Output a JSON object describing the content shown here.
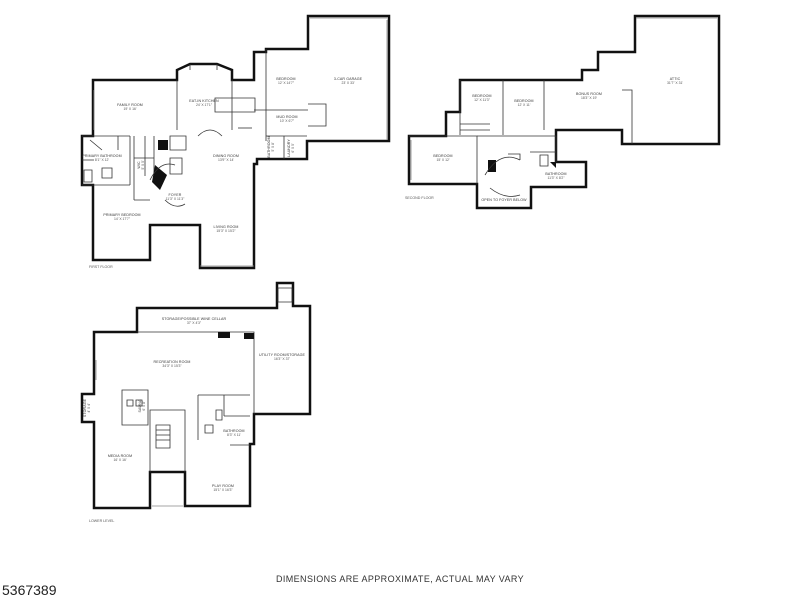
{
  "floors": {
    "first": {
      "label": "FIRST FLOOR",
      "rooms": {
        "family_room": {
          "name": "FAMILY ROOM",
          "dims": "19' X 16'"
        },
        "eatin_kitchen": {
          "name": "EAT-IN KITCHEN",
          "dims": "24' X 17'1\""
        },
        "bedroom": {
          "name": "BEDROOM",
          "dims": "12' X 14'7\""
        },
        "garage": {
          "name": "3-CAR GARAGE",
          "dims": "23' X 33'"
        },
        "mud_room": {
          "name": "MUD ROOM",
          "dims": "10' X 6'7\""
        },
        "primary_bathroom": {
          "name": "PRIMARY BATHROOM",
          "dims": "8'1\" X 12'"
        },
        "wic": {
          "name": "WIC",
          "dims": "5' X 5'"
        },
        "dining_room": {
          "name": "DINING ROOM",
          "dims": "13'9\" X 14'"
        },
        "bathroom": {
          "name": "BATHROOM",
          "dims": "5' X 8'"
        },
        "laundry": {
          "name": "LAUNDRY",
          "dims": "6' X 5'"
        },
        "foyer": {
          "name": "FOYER",
          "dims": "11'3\" X 11'3\""
        },
        "primary_bedroom": {
          "name": "PRIMARY BEDROOM",
          "dims": "14' X 17'7\""
        },
        "living_room": {
          "name": "LIVING ROOM",
          "dims": "15'3\" X 15'2\""
        }
      }
    },
    "second": {
      "label": "SECOND FLOOR",
      "rooms": {
        "bedroom_1": {
          "name": "BEDROOM",
          "dims": "12' X 11'3\""
        },
        "bedroom_2": {
          "name": "BEDROOM",
          "dims": "12' X 11'"
        },
        "bonus_room": {
          "name": "BONUS ROOM",
          "dims": "18'3\" X 19'"
        },
        "attic": {
          "name": "ATTIC",
          "dims": "31'7\" X 31'"
        },
        "bedroom_3": {
          "name": "BEDROOM",
          "dims": "15' X 12'"
        },
        "bathroom": {
          "name": "BATHROOM",
          "dims": "11'3\" X 8'2\""
        },
        "open_to_foyer": {
          "name": "OPEN TO FOYER BELOW"
        }
      }
    },
    "lower": {
      "label": "LOWER LEVEL",
      "rooms": {
        "storage": {
          "name": "STORAGE/POSSIBLE WINE CELLAR",
          "dims": "37' X 4'3\""
        },
        "recreation_room": {
          "name": "RECREATION ROOM",
          "dims": "34'3\" X 15'3\""
        },
        "utility": {
          "name": "UTILITY ROOM/STORAGE",
          "dims": "16'3\" X 37'"
        },
        "sauna": {
          "name": "SAUNA",
          "dims": "6' X 8'"
        },
        "storage_2": {
          "name": "STORAGE",
          "dims": "4' X 4'"
        },
        "bathroom": {
          "name": "BATHROOM",
          "dims": "8'3\" X 11'"
        },
        "media_room": {
          "name": "MEDIA ROOM",
          "dims": "16' X 16'"
        },
        "play_room": {
          "name": "PLAY ROOM",
          "dims": "15'1\" X 16'3\""
        }
      }
    }
  },
  "disclaimer": "DIMENSIONS ARE APPROXIMATE, ACTUAL MAY VARY",
  "listing_id": "5367389"
}
